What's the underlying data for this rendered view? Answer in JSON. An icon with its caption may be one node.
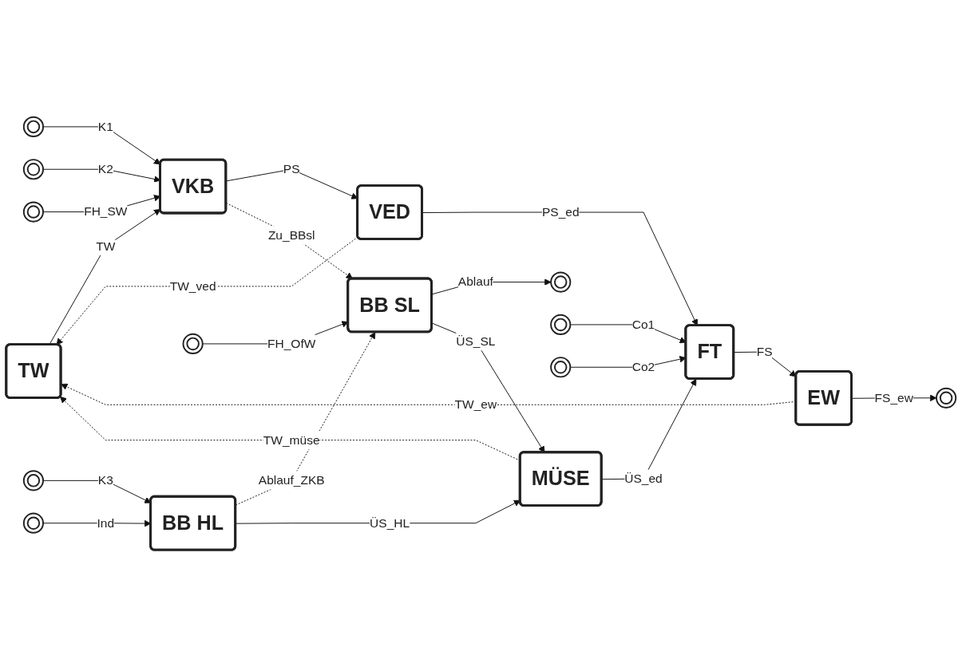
{
  "diagram": {
    "nodes": [
      {
        "text": [
          "TW"
        ]
      },
      {
        "text": [
          "VKB"
        ]
      },
      {
        "text": [
          "VED"
        ]
      },
      {
        "text": [
          "BB SL"
        ]
      },
      {
        "text": [
          "FT"
        ]
      },
      {
        "text": [
          "BB HL"
        ]
      },
      {
        "text": [
          "MÜSE"
        ]
      },
      {
        "text": [
          "EW"
        ]
      },
      {
        "text": [],
        "shape": "circle"
      },
      {
        "text": [],
        "shape": "circle"
      },
      {
        "text": [],
        "shape": "circle"
      },
      {
        "text": [],
        "shape": "circle"
      },
      {
        "text": [],
        "shape": "circle"
      },
      {
        "text": [],
        "shape": "circle"
      },
      {
        "text": [],
        "shape": "circle"
      },
      {
        "text": [],
        "shape": "circle"
      },
      {
        "text": [],
        "shape": "circle"
      },
      {
        "text": [],
        "shape": "circle"
      }
    ],
    "edges": [
      {
        "from": 0,
        "to": 1,
        "arrow": "to",
        "label": "TW"
      },
      {
        "from": 8,
        "to": 1,
        "arrow": "to",
        "label": "K1"
      },
      {
        "from": 9,
        "to": 1,
        "arrow": "to",
        "label": "K2"
      },
      {
        "from": 10,
        "to": 1,
        "arrow": "to",
        "label": "FH_SW"
      },
      {
        "from": 1,
        "to": 2,
        "arrow": "to",
        "label": "PS"
      },
      {
        "from": 1,
        "to": 3,
        "arrow": "to",
        "label": "Zu_BBsl",
        "style": "dashed"
      },
      {
        "from": 11,
        "to": 3,
        "arrow": "to",
        "label": "FH_OfW"
      },
      {
        "from": 5,
        "to": 3,
        "arrow": "to",
        "label": "Ablauf_ZKB",
        "style": "dashed"
      },
      {
        "from": 3,
        "to": 14,
        "arrow": "to",
        "label": "Ablauf"
      },
      {
        "from": 2,
        "to": 0,
        "arrow": "to",
        "label": "TW_ved",
        "style": "dashed"
      },
      {
        "from": 2,
        "to": 4,
        "arrow": "to",
        "label": "PS_ed"
      },
      {
        "from": 15,
        "to": 4,
        "arrow": "to",
        "label": "Co1"
      },
      {
        "from": 16,
        "to": 4,
        "arrow": "to",
        "label": "Co2"
      },
      {
        "from": 3,
        "to": 6,
        "arrow": "to",
        "label": "ÜS_SL"
      },
      {
        "from": 12,
        "to": 5,
        "arrow": "to",
        "label": "K3"
      },
      {
        "from": 13,
        "to": 5,
        "arrow": "to",
        "label": "Ind"
      },
      {
        "from": 5,
        "to": 6,
        "arrow": "to",
        "label": "ÜS_HL"
      },
      {
        "from": 6,
        "to": 4,
        "arrow": "to",
        "label": "ÜS_ed"
      },
      {
        "from": 6,
        "to": 0,
        "arrow": "to",
        "label": "TW_müse",
        "style": "dashed"
      },
      {
        "from": 4,
        "to": 7,
        "arrow": "to",
        "label": "FS"
      },
      {
        "from": 7,
        "to": 0,
        "arrow": "to",
        "label": "TW_ew",
        "style": "dashed"
      },
      {
        "from": 7,
        "to": 17,
        "arrow": "to",
        "label": "FS_ew"
      }
    ]
  }
}
